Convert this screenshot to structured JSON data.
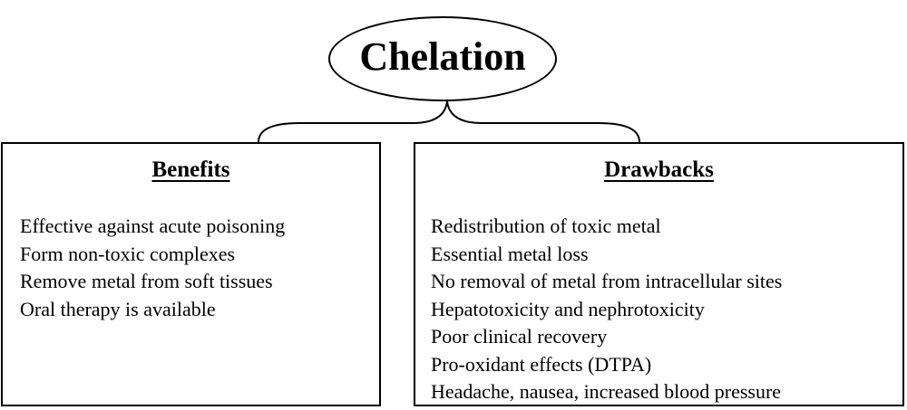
{
  "diagram": {
    "title": "Chelation",
    "benefits": {
      "heading": "Benefits",
      "items": [
        "Effective against acute poisoning",
        "Form non-toxic complexes",
        "Remove metal from soft tissues",
        "Oral therapy is available"
      ]
    },
    "drawbacks": {
      "heading": "Drawbacks",
      "items": [
        "Redistribution of toxic metal",
        "Essential metal loss",
        "No removal of metal from intracellular sites",
        "Hepatotoxicity and nephrotoxicity",
        "Poor clinical recovery",
        "Pro-oxidant effects (DTPA)",
        "Headache, nausea, increased blood pressure"
      ]
    }
  }
}
